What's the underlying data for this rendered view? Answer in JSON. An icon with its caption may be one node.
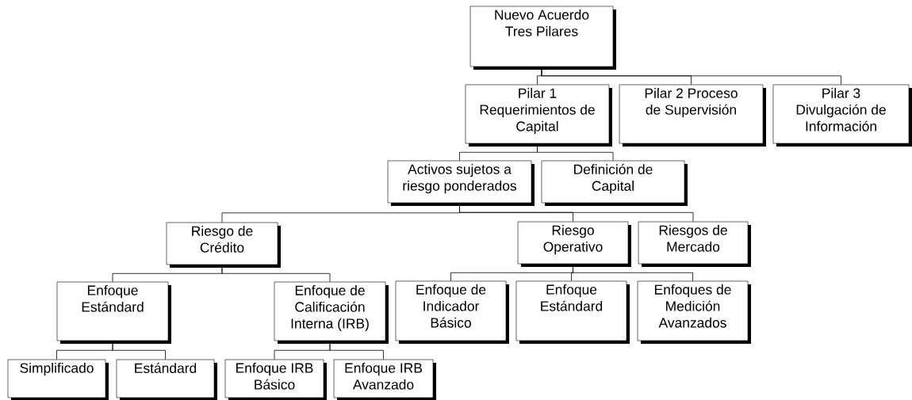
{
  "diagram": {
    "nodes": [
      {
        "text": [
          "Nuevo Acuerdo Tres Pilares"
        ]
      },
      {
        "text": [
          "Pilar 1 Requerimientos de Capital"
        ]
      },
      {
        "text": [
          "Pilar 2 Proceso de Supervisión"
        ]
      },
      {
        "text": [
          "Pilar 3 Divulgación de Información"
        ]
      },
      {
        "text": [
          "Activos sujetos a riesgo ponderados"
        ]
      },
      {
        "text": [
          "Definición de Capital"
        ]
      },
      {
        "text": [
          "Riesgo de Crédito"
        ]
      },
      {
        "text": [
          "Riesgo Operativo"
        ]
      },
      {
        "text": [
          "Riesgos de Mercado"
        ]
      },
      {
        "text": [
          "Enfoque Estándard"
        ]
      },
      {
        "text": [
          "Enfoque de Calificación Interna (IRB)"
        ]
      },
      {
        "text": [
          "Enfoque de Indicador Básico"
        ]
      },
      {
        "text": [
          "Enfoque Estándard"
        ]
      },
      {
        "text": [
          "Enfoques de Medición Avanzados"
        ]
      },
      {
        "text": [
          "Simplificado"
        ]
      },
      {
        "text": [
          "Estándard"
        ]
      },
      {
        "text": [
          "Enfoque IRB Básico"
        ]
      },
      {
        "text": [
          "Enfoque IRB Avanzado"
        ]
      }
    ],
    "edges": [
      {
        "from": 0,
        "to": 1,
        "arrow": "none"
      },
      {
        "from": 0,
        "to": 2,
        "arrow": "none"
      },
      {
        "from": 0,
        "to": 3,
        "arrow": "none"
      },
      {
        "from": 1,
        "to": 4,
        "arrow": "none"
      },
      {
        "from": 1,
        "to": 5,
        "arrow": "none"
      },
      {
        "from": 4,
        "to": 6,
        "arrow": "none"
      },
      {
        "from": 4,
        "to": 7,
        "arrow": "none"
      },
      {
        "from": 4,
        "to": 8,
        "arrow": "none"
      },
      {
        "from": 6,
        "to": 9,
        "arrow": "none"
      },
      {
        "from": 6,
        "to": 10,
        "arrow": "none"
      },
      {
        "from": 7,
        "to": 11,
        "arrow": "none"
      },
      {
        "from": 7,
        "to": 12,
        "arrow": "none"
      },
      {
        "from": 7,
        "to": 13,
        "arrow": "none"
      },
      {
        "from": 9,
        "to": 14,
        "arrow": "none"
      },
      {
        "from": 9,
        "to": 15,
        "arrow": "none"
      },
      {
        "from": 10,
        "to": 16,
        "arrow": "none"
      },
      {
        "from": 10,
        "to": 17,
        "arrow": "none"
      }
    ]
  }
}
